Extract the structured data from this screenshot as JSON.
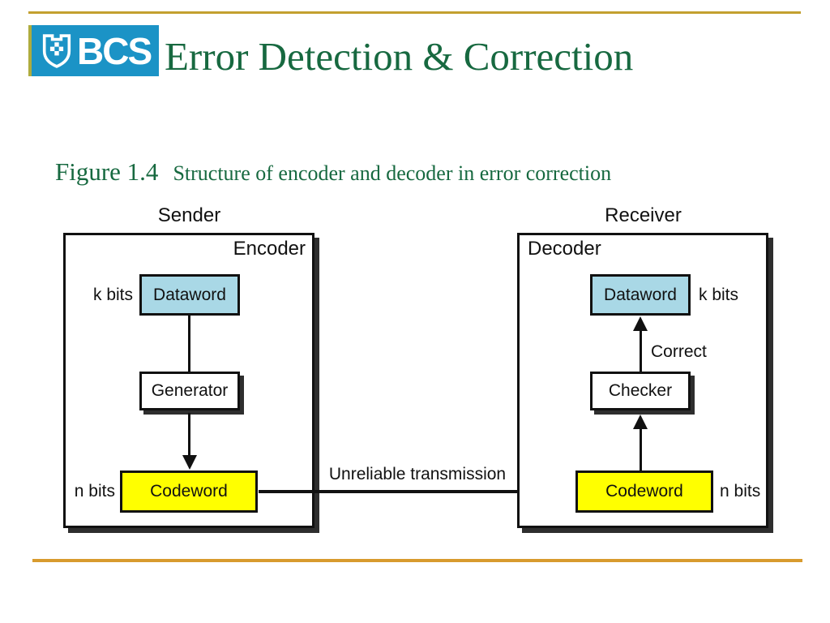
{
  "theme": {
    "gold_top": "#C3A02F",
    "gold_bottom": "#D89B2E",
    "logo_blue": "#1B93C6",
    "logo_strip": "#AFAC3E",
    "title_green": "#176940",
    "dataword_fill": "#A9D8E6",
    "codeword_fill": "#FFFF00",
    "ink": "#111111",
    "shadow": "#2E2E2E"
  },
  "header": {
    "logo_text": "BCS",
    "title": "Error Detection & Correction"
  },
  "caption": {
    "figure_label": "Figure 1.4",
    "figure_title": "Structure of encoder and decoder in error correction"
  },
  "diagram": {
    "sender": {
      "title": "Sender",
      "box_label": "Encoder",
      "dataword": "Dataword",
      "dataword_bits": "k bits",
      "processor": "Generator",
      "codeword": "Codeword",
      "codeword_bits": "n bits"
    },
    "receiver": {
      "title": "Receiver",
      "box_label": "Decoder",
      "dataword": "Dataword",
      "dataword_bits": "k bits",
      "processor": "Checker",
      "correct_label": "Correct",
      "codeword": "Codeword",
      "codeword_bits": "n bits"
    },
    "channel_label": "Unreliable transmission"
  }
}
